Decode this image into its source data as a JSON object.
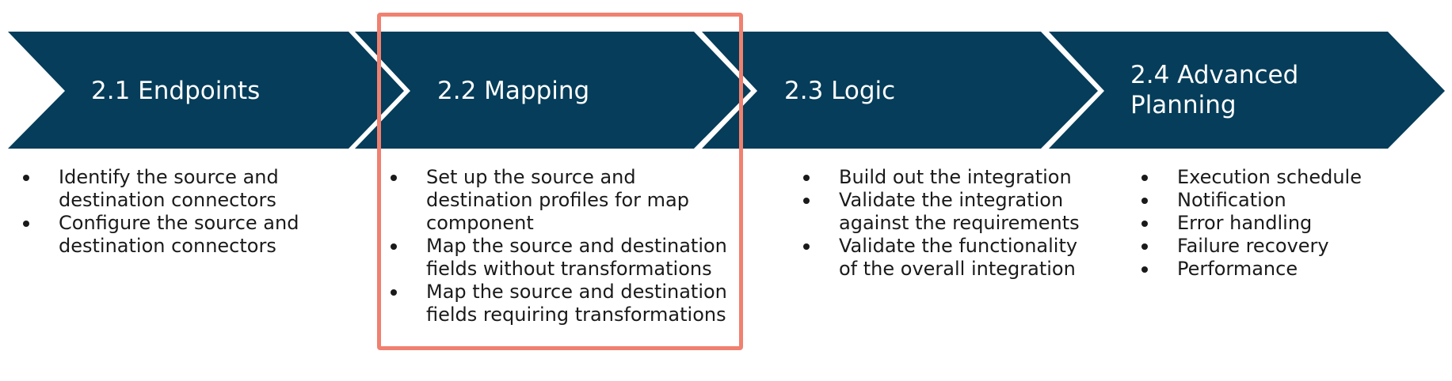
{
  "colors": {
    "chevron_fill": "#053d5a",
    "chevron_gap": "#ffffff",
    "highlight": "#f0806f",
    "text": "#1a1a1a"
  },
  "steps": [
    {
      "title": "2.1 Endpoints",
      "bullets": [
        "Identify the source and destination connectors",
        "Configure the source and destination connectors"
      ]
    },
    {
      "title": "2.2 Mapping",
      "highlighted": true,
      "bullets": [
        "Set up the source and destination profiles for map component",
        "Map the source and destination fields without transformations",
        "Map the source and destination fields requiring transformations"
      ]
    },
    {
      "title": "2.3 Logic",
      "bullets": [
        "Build out the integration",
        "Validate the integration against the requirements",
        "Validate the functionality of the overall integration"
      ]
    },
    {
      "title": "2.4 Advanced Planning",
      "bullets": [
        "Execution schedule",
        "Notification",
        "Error handling",
        "Failure recovery",
        "Performance"
      ]
    }
  ]
}
